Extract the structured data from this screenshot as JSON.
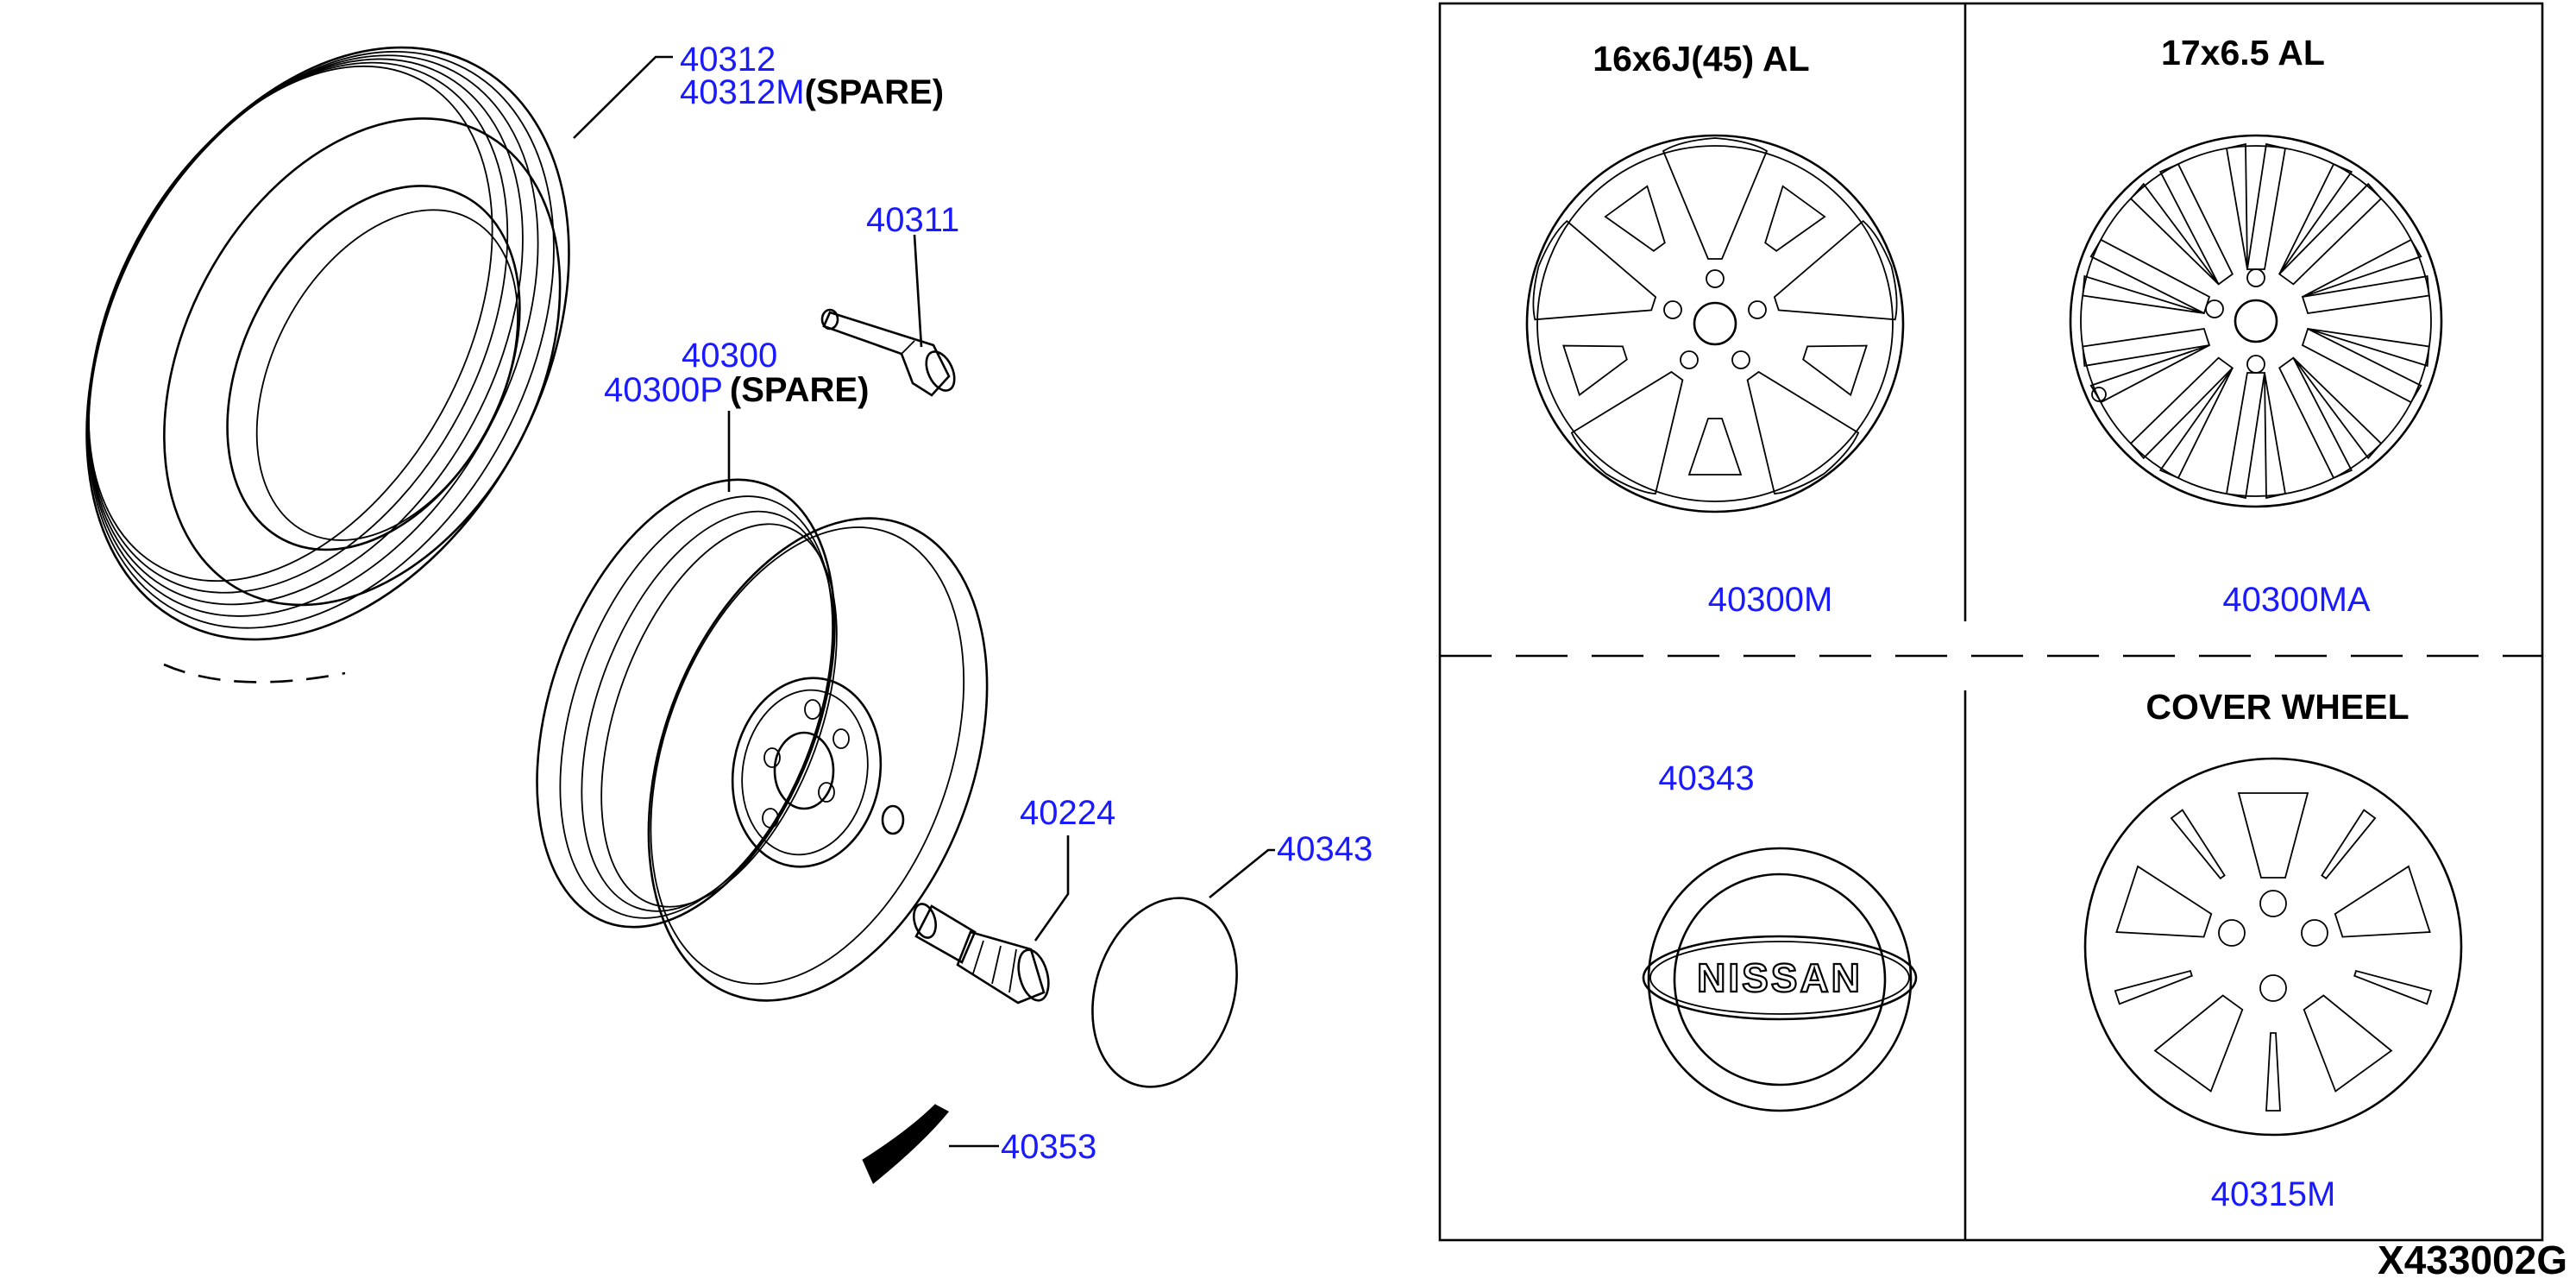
{
  "parts": {
    "tire": {
      "number": "40312",
      "spare_number": "40312M",
      "spare_note": "(SPARE)"
    },
    "valve": {
      "number": "40311"
    },
    "wheel": {
      "number": "40300",
      "spare_number": "40300P",
      "spare_note": "(SPARE)"
    },
    "nut": {
      "number": "40224"
    },
    "cap": {
      "number": "40343"
    },
    "weight": {
      "number": "40353"
    }
  },
  "panels": {
    "alloy_16": {
      "title": "16x6J(45) AL",
      "number": "40300M"
    },
    "alloy_17": {
      "title": "17x6.5 AL",
      "number": "40300MA"
    },
    "ornament": {
      "number": "40343",
      "emblem_text": "NISSAN"
    },
    "cover_wheel": {
      "title": "COVER WHEEL",
      "number": "40315M"
    }
  },
  "diagram_code": "X433002G",
  "colors": {
    "part_number": "#1a1aff",
    "linework": "#000000"
  }
}
